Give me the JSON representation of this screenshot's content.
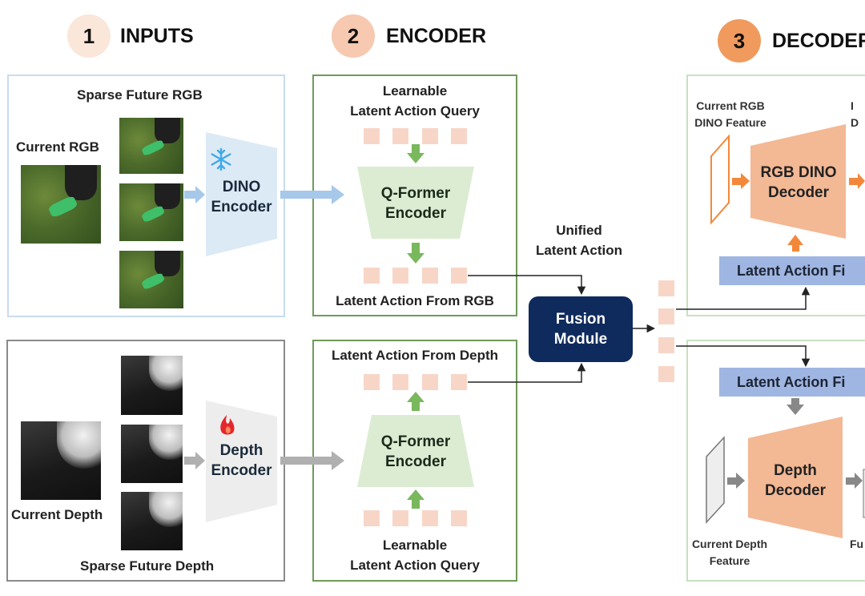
{
  "steps": [
    {
      "number": "1",
      "title": "INPUTS",
      "color": "#fbe6da"
    },
    {
      "number": "2",
      "title": "ENCODER",
      "color": "#f6c9b0"
    },
    {
      "number": "3",
      "title": "DECODER",
      "color": "#f09a5e"
    }
  ],
  "inputs": {
    "sparse_future_rgb": "Sparse Future RGB",
    "current_rgb": "Current RGB",
    "dino_encoder": [
      "DINO",
      "Encoder"
    ],
    "current_depth": "Current Depth",
    "sparse_future_depth": "Sparse Future Depth",
    "depth_encoder": [
      "Depth",
      "Encoder"
    ],
    "frozen_icon": "snowflake-icon",
    "trainable_icon": "fire-icon"
  },
  "encoder": {
    "rgb_query": [
      "Learnable",
      "Latent Action Query"
    ],
    "rgb_qformer": [
      "Q-Former",
      "Encoder"
    ],
    "rgb_output": "Latent Action From RGB",
    "depth_output": "Latent Action From Depth",
    "depth_qformer": [
      "Q-Former",
      "Encoder"
    ],
    "depth_query": [
      "Learnable",
      "Latent Action Query"
    ]
  },
  "fusion": {
    "unified": [
      "Unified",
      "Latent Action"
    ],
    "module": [
      "Fusion",
      "Module"
    ]
  },
  "decoder": {
    "rgb_feature": [
      "Current RGB",
      "DINO Feature"
    ],
    "rgb_decoder": [
      "RGB DINO",
      "Decoder"
    ],
    "film_rgb": "Latent Action Fi",
    "film_depth": "Latent Action Fi",
    "depth_decoder": [
      "Depth",
      "Decoder"
    ],
    "depth_feature": [
      "Current Depth",
      "Feature"
    ],
    "cut_right_top": [
      "I",
      "D"
    ],
    "cut_right_bottom": "Fu"
  },
  "colors": {
    "rgb_panel_border": "#c9dcef",
    "encoder_panel_border": "#6f9a5a",
    "depth_panel_border": "#8a8a8a",
    "decoder_panel_border": "#c9e0c0",
    "qformer_fill": "#dcecd3",
    "green_arrow": "#79b85c",
    "token": "#f7d6c8",
    "fusion_fill": "#0f2a5c",
    "dino_fill": "#dceaf6",
    "blue_arrow": "#a6c8ea",
    "grey_arrow": "#b0b0b0",
    "decoder_fill": "#f3b894",
    "orange_arrow": "#f3883a",
    "film_fill": "#9fb6e2"
  }
}
